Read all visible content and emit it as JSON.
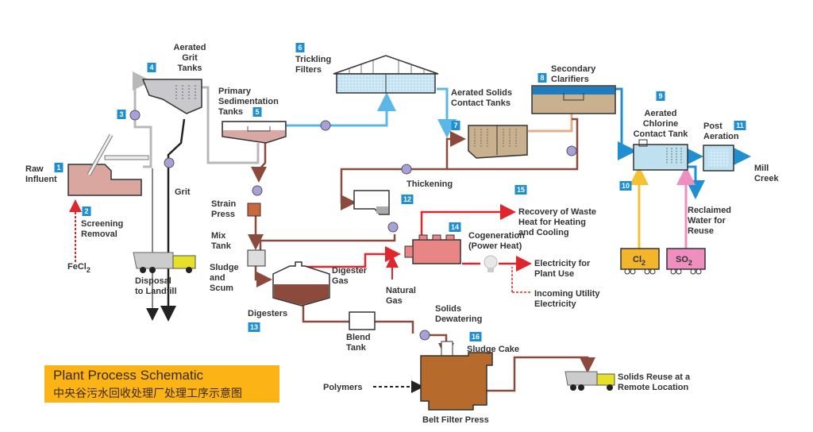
{
  "diagram": {
    "title_en": "Plant Process Schematic",
    "title_zh": "中央谷污水回收处理厂处理工序示意图",
    "colors": {
      "primary_blue": "#1f8fd1",
      "light_blue_line": "#5bb7e6",
      "sludge_brown": "#8b4a3c",
      "gas_red": "#e0262c",
      "grey_line": "#b8b8b8",
      "chlorine_yellow": "#f2c230",
      "so2_pink": "#ef8fc0",
      "title_orange": "#fbb316",
      "pump_purple": "#a8a0d8"
    },
    "stages": [
      {
        "num": "1",
        "label": [
          "Raw",
          "Influent"
        ]
      },
      {
        "num": "2",
        "label": [
          "Screening",
          "Removal"
        ]
      },
      {
        "num": "3",
        "label": []
      },
      {
        "num": "4",
        "label": [
          "Aerated",
          "Grit",
          "Tanks"
        ]
      },
      {
        "num": "5",
        "label": [
          "Primary",
          "Sedimentation",
          "Tanks"
        ]
      },
      {
        "num": "6",
        "label": [
          "Trickling",
          "Filters"
        ]
      },
      {
        "num": "7",
        "label": [
          "Aerated Solids",
          "Contact Tanks"
        ]
      },
      {
        "num": "8",
        "label": [
          "Secondary",
          "Clarifiers"
        ]
      },
      {
        "num": "9",
        "label": [
          "Aerated",
          "Chlorine",
          "Contact Tank"
        ]
      },
      {
        "num": "10",
        "label": []
      },
      {
        "num": "11",
        "label": [
          "Post",
          "Aeration"
        ]
      },
      {
        "num": "12",
        "label": [
          "Thickening"
        ]
      },
      {
        "num": "13",
        "label": [
          "Digesters"
        ]
      },
      {
        "num": "14",
        "label": [
          "Cogeneration",
          "(Power Heat)"
        ]
      },
      {
        "num": "15",
        "label": [
          "Recovery of Waste",
          "Heat for Heating",
          "and Cooling"
        ]
      },
      {
        "num": "16",
        "label": [
          "Solids",
          "Dewatering"
        ]
      }
    ],
    "labels": {
      "fecl2": "FeCl",
      "fecl2_sub": "2",
      "grit": "Grit",
      "disposal": [
        "Disposal",
        "to Landfill"
      ],
      "strain_press": [
        "Strain",
        "Press"
      ],
      "mix_tank": [
        "Mix",
        "Tank"
      ],
      "sludge_scum": [
        "Sludge",
        "and",
        "Scum"
      ],
      "digester_gas": [
        "Digester",
        "Gas"
      ],
      "natural_gas": [
        "Natural",
        "Gas"
      ],
      "electricity": [
        "Electricity for",
        "Plant Use"
      ],
      "incoming": [
        "Incoming Utility",
        "Electricity"
      ],
      "blend_tank": [
        "Blend",
        "Tank"
      ],
      "sludge_cake": "Sludge Cake",
      "polymers": "Polymers",
      "belt_filter": "Belt Filter Press",
      "solids_reuse": [
        "Solids Reuse at a",
        "Remote Location"
      ],
      "mill_creek": [
        "Mill",
        "Creek"
      ],
      "reclaimed": [
        "Reclaimed",
        "Water for",
        "Reuse"
      ],
      "cl2": "Cl",
      "cl2_sub": "2",
      "so2": "SO",
      "so2_sub": "2"
    }
  }
}
